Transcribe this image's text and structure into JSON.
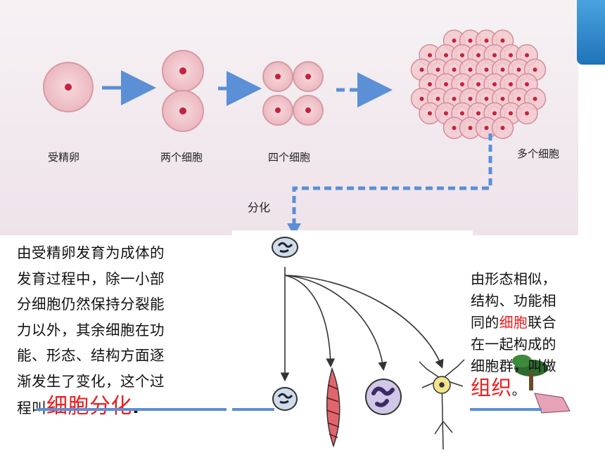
{
  "stages": {
    "fertilized_egg": "受精卵",
    "two_cells": "两个细胞",
    "four_cells": "四个细胞",
    "many_cells": "多个细胞",
    "differentiation": "分化"
  },
  "left_paragraph": {
    "lines": [
      "由受精卵发育为成体的",
      "发育过程中，除一小部",
      "分细胞仍然保持分裂能",
      "力以外，其余细胞在功",
      "能、形态、结构方面逐",
      "渐发生了变化，这个过"
    ],
    "last_prefix": "程叫",
    "highlight": "细胞分化",
    "end_mark": "."
  },
  "right_paragraph": {
    "line1": "由形态相似，",
    "line2": "结构、功能相",
    "line3_a": "同的",
    "line3_highlight": "细胞",
    "line3_b": "联合",
    "line4": "在一起构成的",
    "line5": "细胞群，叫做",
    "term": "组织",
    "term_end": "。"
  },
  "colors": {
    "highlight_red": "#ee1c1c",
    "arrow_blue": "#5b8fd6",
    "cell_fill": "#f3c9cf",
    "nucleus": "#c4223f"
  }
}
